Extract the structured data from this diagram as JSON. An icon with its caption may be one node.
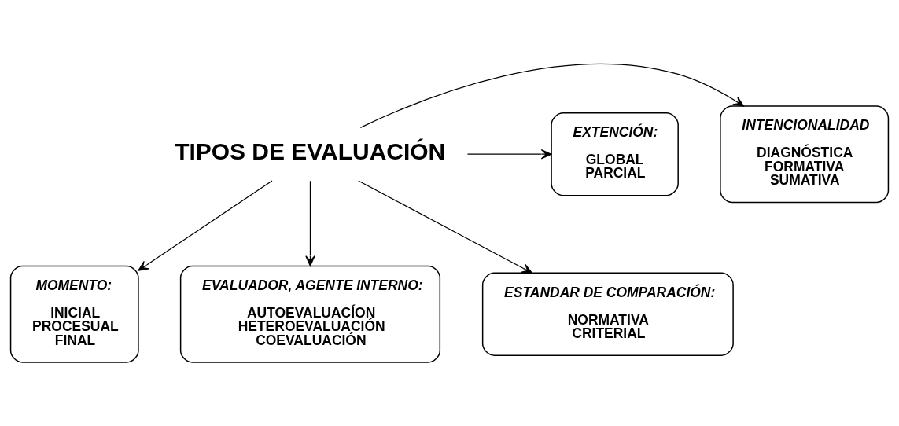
{
  "diagram": {
    "nodes": [
      {
        "text": [
          "INTENCIONALIDAD",
          "DIAGNÓSTICA",
          "FORMATIVA",
          "SUMATIVA"
        ]
      },
      {
        "text": [
          "TIPOS DE EVALUACIÓN"
        ]
      },
      {
        "text": [
          "EXTENCIÓN:",
          "GLOBAL",
          "PARCIAL"
        ]
      },
      {
        "text": [
          "MOMENTO:",
          "INICIAL",
          "PROCESUAL",
          "FINAL"
        ]
      },
      {
        "text": [
          "EVALUADOR, AGENTE INTERNO:",
          "AUTOEVALUACÍON",
          "HETEROEVALUACIÓN",
          "COEVALUACIÓN"
        ]
      },
      {
        "text": [
          "ESTANDAR DE COMPARACIÓN:",
          "NORMATIVA",
          "CRITERIAL"
        ]
      }
    ],
    "edges": [
      {
        "from": 1,
        "to": 0,
        "arrow": "to"
      },
      {
        "from": 1,
        "to": 2,
        "arrow": "to"
      },
      {
        "from": 1,
        "to": 3,
        "arrow": "to"
      },
      {
        "from": 1,
        "to": 4,
        "arrow": "to"
      },
      {
        "from": 1,
        "to": 5,
        "arrow": "to"
      }
    ]
  }
}
